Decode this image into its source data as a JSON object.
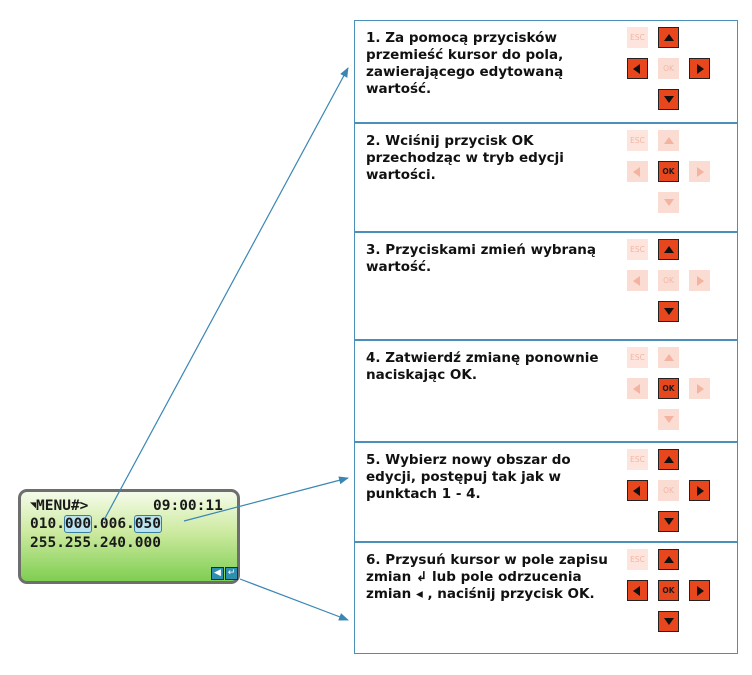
{
  "lcd": {
    "menu_mark": "◥",
    "line1_label": "MENU#>",
    "time": "09:00:11",
    "line2_prefix": "010.",
    "line2_sel1": "000",
    "line2_mid": ".006.",
    "line2_sel2": "050",
    "line3": "255.255.240.000",
    "btn_back": "◀",
    "btn_enter": "↵"
  },
  "steps": [
    {
      "text": "1. Za pomocą przycisków przemieść kursor do pola, zawierającego edytowaną wartość.",
      "keys": {
        "esc": false,
        "up": true,
        "left": true,
        "ok": false,
        "right": true,
        "down": true
      }
    },
    {
      "text": "2. Wciśnij przycisk OK przechodząc w tryb edycji wartości.",
      "keys": {
        "esc": false,
        "up": false,
        "left": false,
        "ok": true,
        "right": false,
        "down": false
      }
    },
    {
      "text": "3. Przyciskami zmień wybraną wartość.",
      "keys": {
        "esc": false,
        "up": true,
        "left": false,
        "ok": false,
        "right": false,
        "down": true
      }
    },
    {
      "text": "4. Zatwierdź zmianę ponownie naciskając OK.",
      "keys": {
        "esc": false,
        "up": false,
        "left": false,
        "ok": true,
        "right": false,
        "down": false
      }
    },
    {
      "text": "5. Wybierz nowy obszar do edycji, postępuj tak jak w punktach 1 - 4.",
      "keys": {
        "esc": false,
        "up": true,
        "left": true,
        "ok": false,
        "right": true,
        "down": true
      }
    },
    {
      "text": "6. Przysuń kursor w pole zapisu zmian ↲ lub pole odrzucenia zmian ◂ , naciśnij przycisk OK.",
      "keys": {
        "esc": false,
        "up": true,
        "left": true,
        "ok": true,
        "right": true,
        "down": true
      }
    }
  ],
  "key_labels": {
    "esc": "ESC",
    "ok": "OK"
  },
  "colors": {
    "key_active": "#e8461c",
    "key_inactive": "#fbdcd2",
    "frame": "#4a90b8",
    "arrow": "#3a86b4"
  }
}
